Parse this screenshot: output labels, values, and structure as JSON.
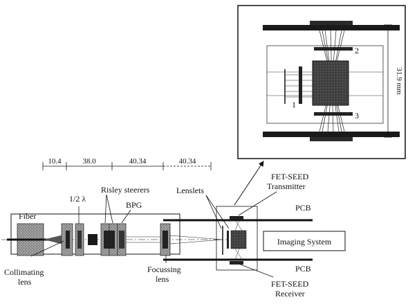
{
  "dimensions": {
    "d1": "10.4",
    "d2": "38.0",
    "d3": "40.34",
    "d4": "40.34"
  },
  "labels": {
    "fiber": "Fiber",
    "half_wave": "1/2 λ",
    "risley": "Risley steerers",
    "bpg": "BPG",
    "collimating_l1": "Collimating",
    "collimating_l2": "lens",
    "focussing_l1": "Focussing",
    "focussing_l2": "lens",
    "lenslets": "Lenslets",
    "fet_tx_l1": "FET-SEED",
    "fet_tx_l2": "Transmitter",
    "fet_rx_l1": "FET-SEED",
    "fet_rx_l2": "Receiver",
    "pcb_top": "PCB",
    "pcb_bottom": "PCB",
    "imaging_system": "Imaging System"
  },
  "inset": {
    "num_1": "1",
    "num_2": "2",
    "num_3": "3",
    "height_dim": "31.9 mm"
  }
}
